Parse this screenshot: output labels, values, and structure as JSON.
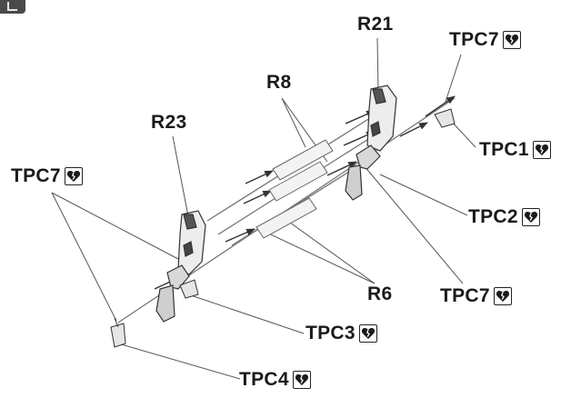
{
  "step": {
    "visible_number": ""
  },
  "icon": {
    "glue_badge": "broken-heart-icon",
    "color": "#1a1a1a"
  },
  "labels": {
    "r21": "R21",
    "r8": "R8",
    "r23": "R23",
    "r6": "R6",
    "tpc7_top_right": "TPC7",
    "tpc1": "TPC1",
    "tpc7_left": "TPC7",
    "tpc2": "TPC2",
    "tpc7_lower_right": "TPC7",
    "tpc3": "TPC3",
    "tpc4": "TPC4"
  }
}
